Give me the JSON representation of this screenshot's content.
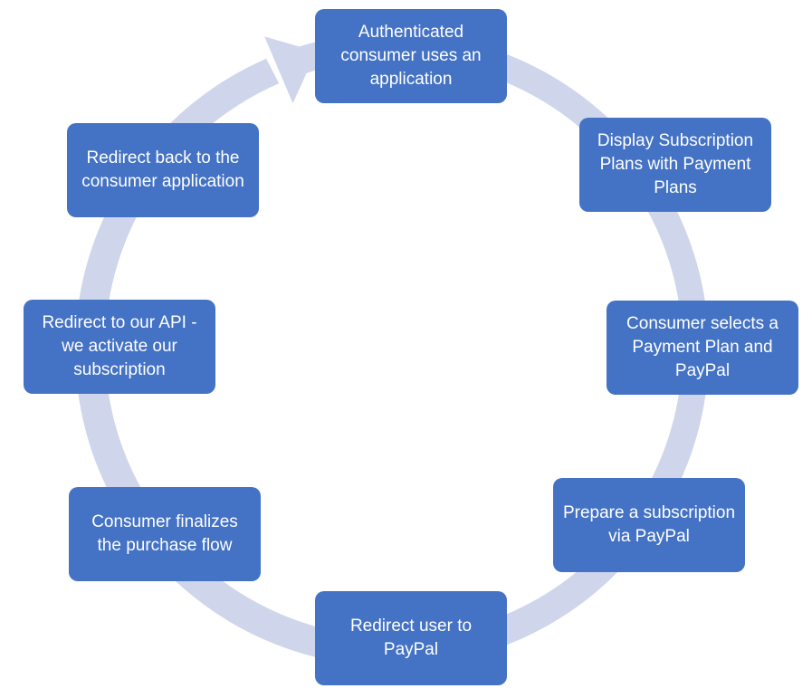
{
  "colors": {
    "box_fill": "#4472C4",
    "ring_fill": "#CFD5EA",
    "text": "#FFFFFF"
  },
  "steps": [
    {
      "label": "Authenticated consumer uses an application"
    },
    {
      "label": "Display Subscription Plans with Payment Plans"
    },
    {
      "label": "Consumer selects a Payment Plan and PayPal"
    },
    {
      "label": "Prepare a subscription via PayPal"
    },
    {
      "label": "Redirect user to PayPal"
    },
    {
      "label": "Consumer finalizes the purchase flow"
    },
    {
      "label": "Redirect to our API - we activate our subscription"
    },
    {
      "label": "Redirect back to the consumer application"
    }
  ]
}
